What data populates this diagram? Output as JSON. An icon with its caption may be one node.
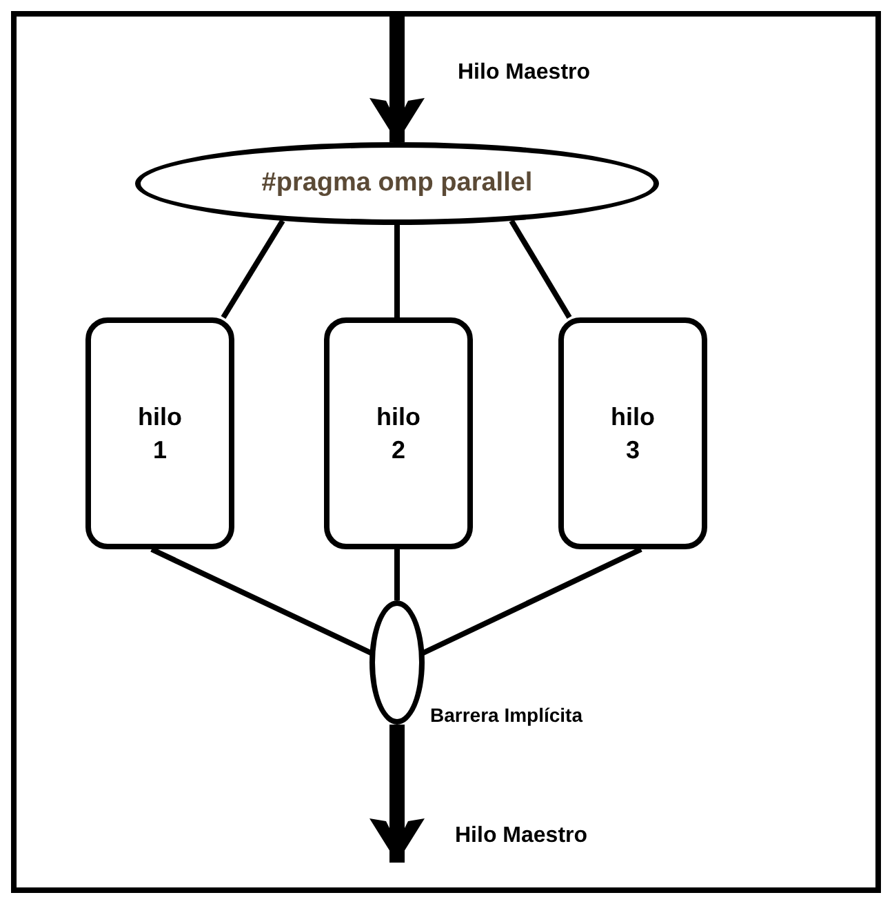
{
  "diagram": {
    "nodes": [
      {
        "text": [
          "#pragma omp parallel"
        ]
      },
      {
        "text": [
          "hilo 1"
        ]
      },
      {
        "text": [
          "hilo 2"
        ]
      },
      {
        "text": [
          "hilo 3"
        ]
      },
      {
        "text": [],
        "shape": "ellipse",
        "beside": [
          "Barrera Implícita"
        ]
      }
    ],
    "edges": [
      {
        "from": null,
        "to": 0,
        "arrow": "to",
        "style": "thick"
      },
      {
        "from": 0,
        "to": 1,
        "arrow": "none"
      },
      {
        "from": 0,
        "to": 2,
        "arrow": "none"
      },
      {
        "from": 0,
        "to": 3,
        "arrow": "none"
      },
      {
        "from": 1,
        "to": 4,
        "arrow": "none"
      },
      {
        "from": 2,
        "to": 4,
        "arrow": "none"
      },
      {
        "from": 3,
        "to": 4,
        "arrow": "none"
      },
      {
        "from": 4,
        "to": null,
        "arrow": "to",
        "style": "thick"
      }
    ],
    "labels": [
      "Hilo Maestro",
      "Hilo Maestro"
    ]
  }
}
